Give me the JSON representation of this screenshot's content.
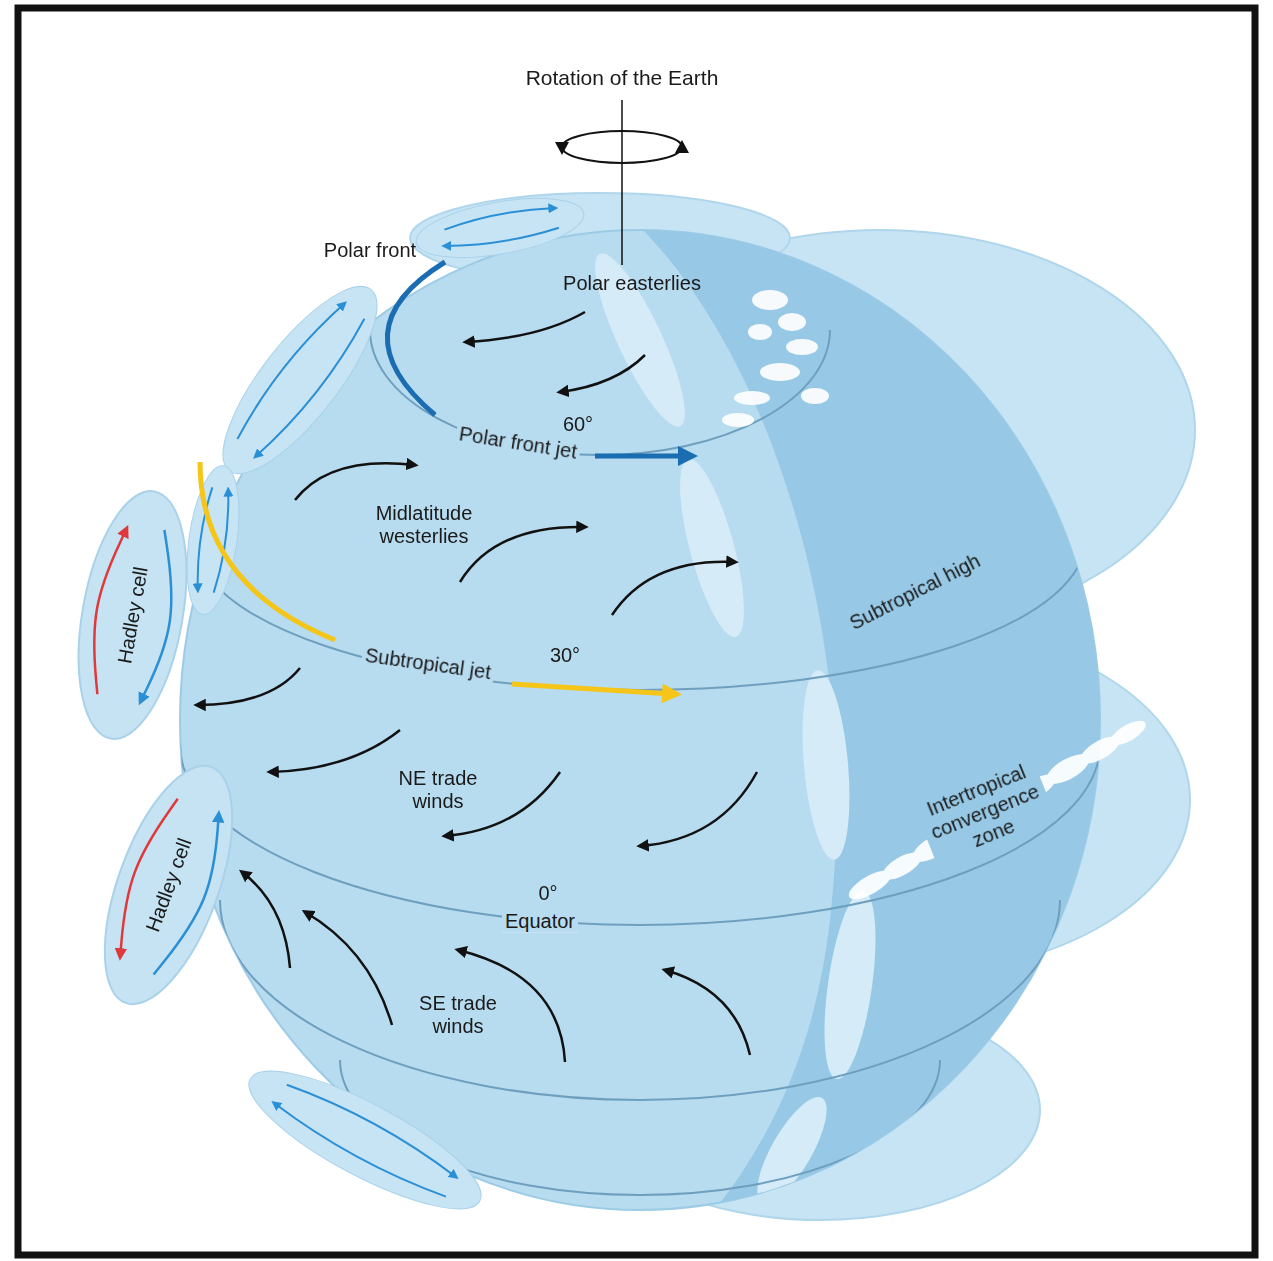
{
  "diagram": {
    "nodes": [
      {
        "text": [
          "Hadley cell"
        ]
      },
      {
        "text": [
          "Hadley cell"
        ]
      }
    ],
    "labels": [
      "Rotation of the Earth",
      "Polar front",
      "Polar easterlies",
      "60°",
      "Polar front jet",
      "Midlatitude westerlies",
      "Subtropical high",
      "Subtropical jet",
      "30°",
      "NE trade winds",
      "Intertropical convergence zone",
      "0°",
      "Equator",
      "SE trade winds"
    ]
  }
}
